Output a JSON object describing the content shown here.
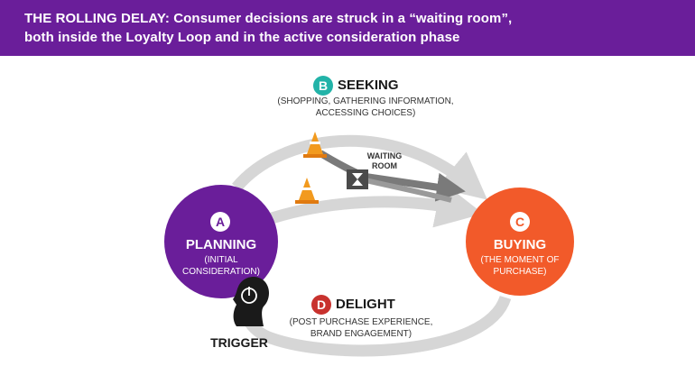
{
  "header": {
    "line1": "THE ROLLING DELAY: Consumer decisions are struck in a “waiting room”,",
    "line2": "both inside the Loyalty Loop and in the active consideration phase"
  },
  "seeking": {
    "letter": "B",
    "title": "SEEKING",
    "sub1": "(SHOPPING, GATHERING INFORMATION,",
    "sub2": "ACCESSING CHOICES)"
  },
  "waiting_room": {
    "line1": "WAITING",
    "line2": "ROOM"
  },
  "planning": {
    "letter": "A",
    "title": "PLANNING",
    "sub1": "(INITIAL",
    "sub2": "CONSIDERATION)"
  },
  "buying": {
    "letter": "C",
    "title": "BUYING",
    "sub1": "(THE MOMENT OF",
    "sub2": "PURCHASE)"
  },
  "delight": {
    "letter": "D",
    "title": "DELIGHT",
    "sub1": "(POST PURCHASE EXPERIENCE,",
    "sub2": "BRAND ENGAGEMENT)"
  },
  "trigger": {
    "label": "TRIGGER",
    "icon": "power-icon"
  },
  "colors": {
    "banner": "#6a1e9a",
    "planning": "#6a1e9a",
    "buying": "#f25a2a",
    "seeking_badge": "#22b3a8",
    "delight_badge": "#c8322e",
    "arrow": "#d6d6d6",
    "waiting_arrow": "#7a7a7a",
    "cone": "#f29a1e"
  }
}
